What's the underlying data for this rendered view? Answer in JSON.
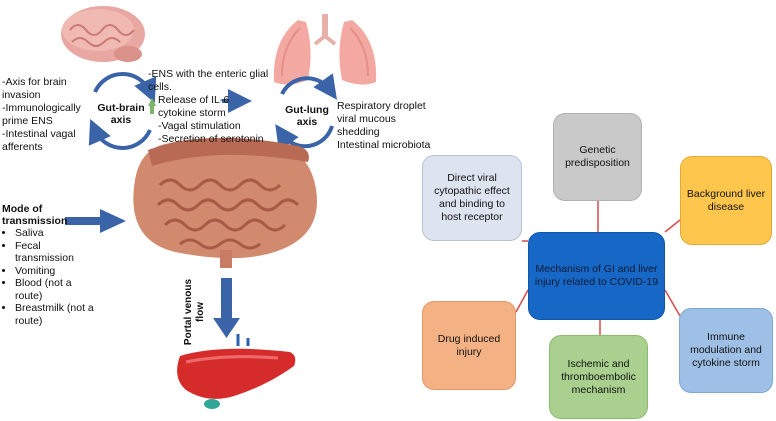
{
  "brain_axis": {
    "label": "Gut-brain\naxis",
    "left_notes": "-Axis for brain\ninvasion\n-Immunologically\nprime ENS\n-Intestinal vagal\nafferents",
    "center_notes_top": "-ENS with the enteric glial\ncells.",
    "center_notes_bottom": "Release of IL-6\ncytokine storm\n-Vagal stimulation\n-Secretion of serotonin"
  },
  "lung_axis": {
    "label": "Gut-lung\naxis",
    "notes": "Respiratory droplet\nviral mucous\nshedding\nIntestinal microbiota"
  },
  "transmission": {
    "title": "Mode of\ntransmission",
    "items": [
      "Saliva",
      "Fecal\ntransmission",
      "Vomiting",
      "Blood (not a\nroute)",
      "Breastmilk (not a\nroute)"
    ]
  },
  "portal_label": "Portal venous\nflow",
  "mechanism": {
    "center": "Mechanism of GI and liver\ninjury related to COVID-19",
    "genetic": "Genetic\npredisposition",
    "direct_viral": "Direct viral\ncytopathic effect\nand binding to\nhost receptor",
    "background_liver": "Background liver\ndisease",
    "immune": "Immune\nmodulation and\ncytokine storm",
    "ischemic": "Ischemic and\nthromboembolic\nmechanism",
    "drug": "Drug induced\ninjury"
  },
  "colors": {
    "arrow_blue": "#3a63a8",
    "center_box": "#1768c6",
    "genetic_box": "#c9c9c9",
    "direct_box": "#dde3ef",
    "background_box": "#ffc64d",
    "immune_box": "#9fc0e6",
    "ischemic_box": "#a9d08e",
    "drug_box": "#f4b183",
    "connector": "#d64b4b"
  }
}
